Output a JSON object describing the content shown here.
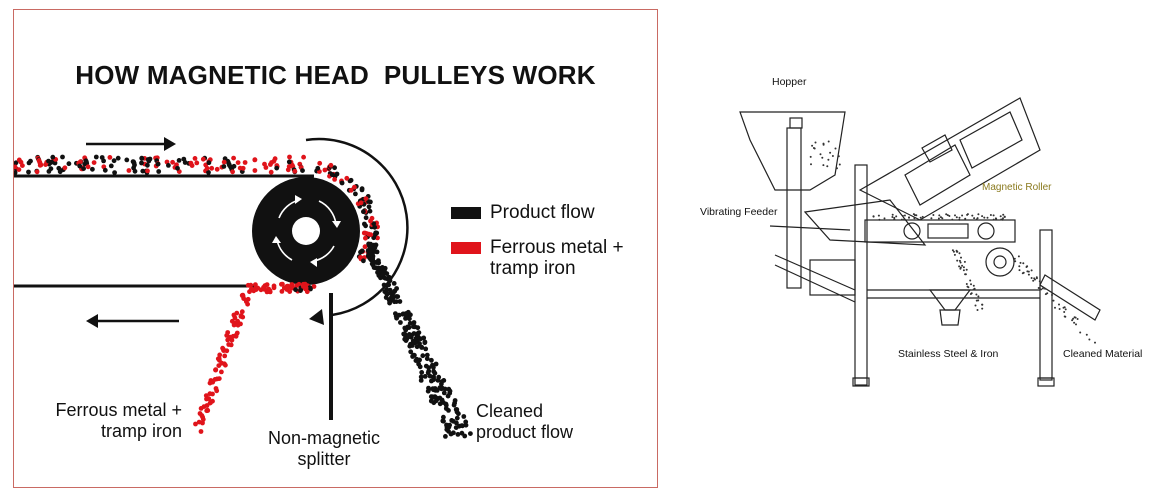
{
  "left": {
    "title": "HOW MAGNETIC HEAD  PULLEYS WORK",
    "legend": [
      {
        "label": "Product flow",
        "color": "#111111"
      },
      {
        "label": "Ferrous metal + tramp iron",
        "color": "#e0141b"
      }
    ],
    "labels": {
      "ferrous_line1": "Ferrous metal +",
      "ferrous_line2": "tramp iron",
      "splitter_line1": "Non-magnetic",
      "splitter_line2": "splitter",
      "cleaned_line1": "Cleaned",
      "cleaned_line2": "product flow"
    },
    "colors": {
      "product": "#111111",
      "ferrous": "#e0141b",
      "border": "#c96a63"
    }
  },
  "right": {
    "labels": {
      "hopper": "Hopper",
      "vibrating_feeder": "Vibrating Feeder",
      "magnetic_roller": "Magnetic Roller",
      "stainless": "Stainless Steel & Iron",
      "cleaned": "Cleaned Material"
    },
    "colors": {
      "magnetic_roller_label": "#8a7a1e"
    }
  }
}
